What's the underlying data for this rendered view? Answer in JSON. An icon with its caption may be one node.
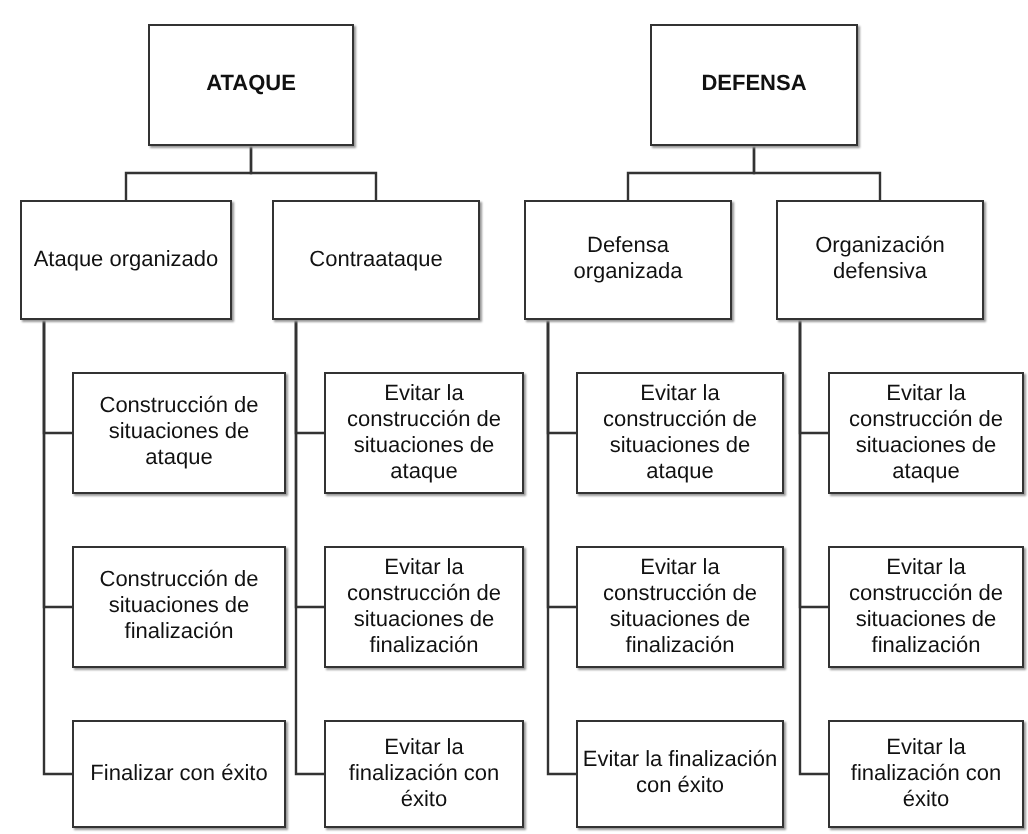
{
  "diagram": {
    "nodes": [
      {
        "text": [
          "ATAQUE"
        ]
      },
      {
        "text": [
          "DEFENSA"
        ]
      },
      {
        "text": [
          "Ataque organizado"
        ]
      },
      {
        "text": [
          "Contraataque"
        ]
      },
      {
        "text": [
          "Defensa organizada"
        ]
      },
      {
        "text": [
          "Organización defensiva"
        ]
      },
      {
        "text": [
          "Construcción de situaciones de ataque"
        ]
      },
      {
        "text": [
          "Construcción de situaciones de finalización"
        ]
      },
      {
        "text": [
          "Finalizar con éxito"
        ]
      },
      {
        "text": [
          "Evitar la construcción de situaciones de ataque"
        ]
      },
      {
        "text": [
          "Evitar la construcción de situaciones de finalización"
        ]
      },
      {
        "text": [
          "Evitar la finalización con éxito"
        ]
      },
      {
        "text": [
          "Evitar la construcción de situaciones de ataque"
        ]
      },
      {
        "text": [
          "Evitar la construcción de situaciones de finalización"
        ]
      },
      {
        "text": [
          "Evitar la finalización con éxito"
        ]
      },
      {
        "text": [
          "Evitar la construcción de situaciones de ataque"
        ]
      },
      {
        "text": [
          "Evitar la construcción de situaciones de finalización"
        ]
      },
      {
        "text": [
          "Evitar la finalización con éxito"
        ]
      }
    ],
    "edges": [
      {
        "from": 0,
        "to": 2,
        "arrow": "none"
      },
      {
        "from": 0,
        "to": 3,
        "arrow": "none"
      },
      {
        "from": 1,
        "to": 4,
        "arrow": "none"
      },
      {
        "from": 1,
        "to": 5,
        "arrow": "none"
      },
      {
        "from": 2,
        "to": 6,
        "arrow": "none"
      },
      {
        "from": 2,
        "to": 7,
        "arrow": "none"
      },
      {
        "from": 2,
        "to": 8,
        "arrow": "none"
      },
      {
        "from": 3,
        "to": 9,
        "arrow": "none"
      },
      {
        "from": 3,
        "to": 10,
        "arrow": "none"
      },
      {
        "from": 3,
        "to": 11,
        "arrow": "none"
      },
      {
        "from": 4,
        "to": 12,
        "arrow": "none"
      },
      {
        "from": 4,
        "to": 13,
        "arrow": "none"
      },
      {
        "from": 4,
        "to": 14,
        "arrow": "none"
      },
      {
        "from": 5,
        "to": 15,
        "arrow": "none"
      },
      {
        "from": 5,
        "to": 16,
        "arrow": "none"
      },
      {
        "from": 5,
        "to": 17,
        "arrow": "none"
      }
    ]
  }
}
